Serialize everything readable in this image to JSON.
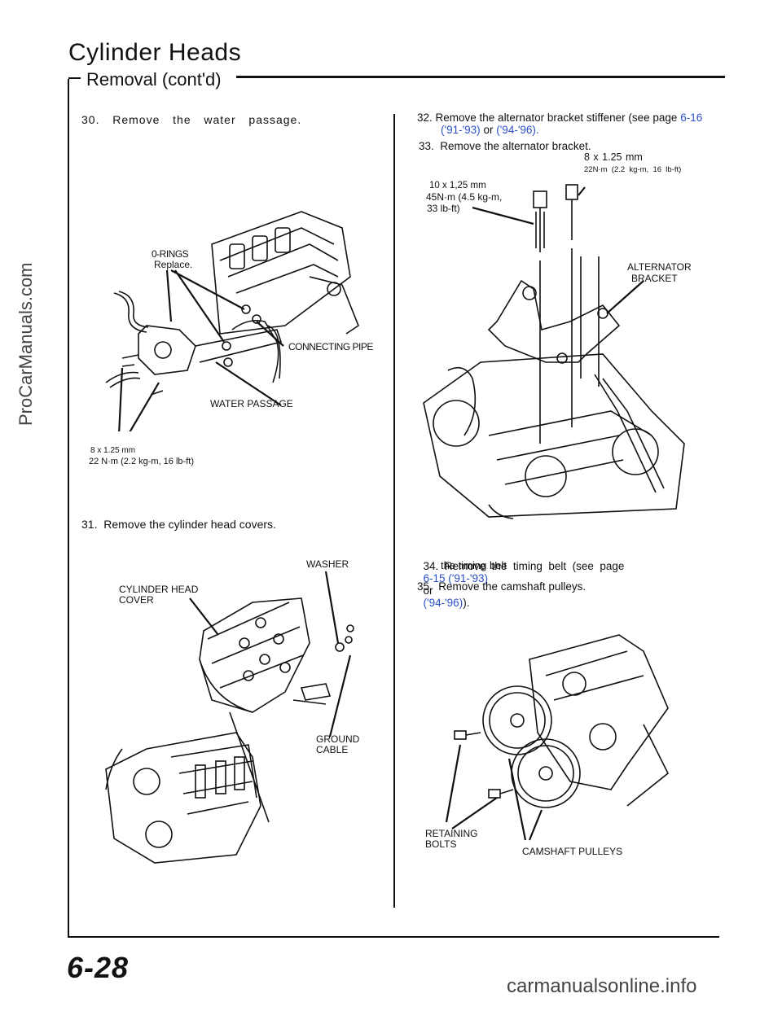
{
  "header": {
    "title": "Cylinder Heads",
    "subtitle": "Removal (cont'd)"
  },
  "watermark": "ProCarManuals.com",
  "footer": {
    "page_number": "6-28",
    "site": "carmanualsonline.info"
  },
  "left": {
    "step30": "30.  Remove  the  water  passage.",
    "fig1": {
      "orings": "0-RINGS",
      "orings_note": "Replace.",
      "connecting_pipe": "CONNECTING PIPE",
      "water_passage": "WATER PASSAGE",
      "torque_size": "8 x 1.25 mm",
      "torque_value": "22 N·m (2.2 kg-m, 16 lb-ft)"
    },
    "step31": "31.  Remove the cylinder head covers.",
    "fig2": {
      "washer": "WASHER",
      "cover_line1": "CYLINDER HEAD",
      "cover_line2": "COVER",
      "ground_line1": "GROUND",
      "ground_line2": "CABLE"
    }
  },
  "right": {
    "step32": {
      "text": "32.  Remove the alternator bracket stiffener (see page",
      "page_link": "6-16",
      "link1": "('91-'93)",
      "or": "or",
      "link2": "('94-'96)."
    },
    "step33": "33.  Remove the alternator bracket.",
    "fig3": {
      "bolt_small_size": "8 x 1.25 mm",
      "bolt_small_torque": "22N·m  (2.2  kg-m,  16  lb-ft)",
      "bolt_large_size": "10 x 1,25 mm",
      "bolt_large_torque1": "45N·m (4.5 kg-m,",
      "bolt_large_torque2": "33 lb-ft)",
      "bracket_line1": "ALTERNATOR",
      "bracket_line2": "BRACKET"
    },
    "step34": {
      "text": "34.  Remove  the  timing  belt  (see  page",
      "link1": "6-15 ('91-'93)",
      "or": "or",
      "link2": "('94-'96)",
      "end": ").",
      "sub": "the timing belt"
    },
    "step35": "35.  Remove the camshaft pulleys.",
    "fig4": {
      "retaining_line1": "RETAINING",
      "retaining_line2": "BOLTS",
      "pulleys": "CAMSHAFT PULLEYS"
    }
  }
}
